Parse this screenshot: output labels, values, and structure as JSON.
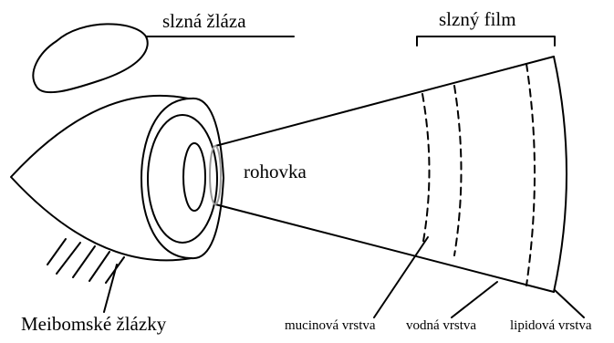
{
  "labels": {
    "tear_gland": "slzná žláza",
    "tear_film": "slzný film",
    "cornea": "rohovka",
    "meibomian_glands": "Meibomské žlázky",
    "mucin_layer": "mucinová vrstva",
    "aqueous_layer": "vodná vrstva",
    "lipid_layer": "lipidová vrstva"
  },
  "colors": {
    "stroke": "#000000",
    "lens_stroke": "#9a9a9a"
  }
}
